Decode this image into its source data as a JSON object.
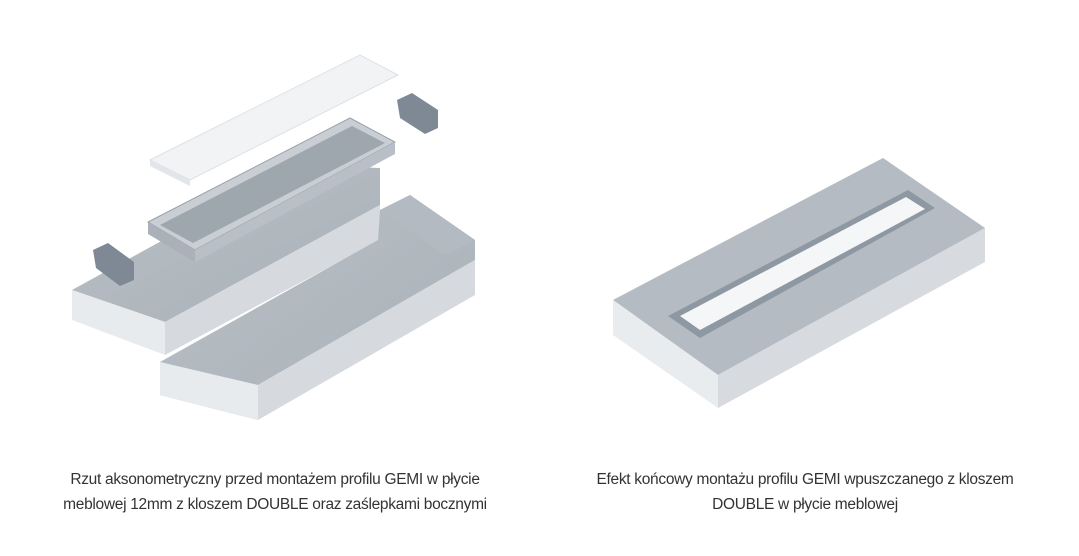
{
  "figures": [
    {
      "caption_line1": "Rzut aksonometryczny przed montażem profilu GEMI w płycie",
      "caption_line2": "meblowej 12mm z kloszem DOUBLE oraz zaślepkami bocznymi"
    },
    {
      "caption_line1": "Efekt końcowy montażu profilu GEMI wpuszczanego z kloszem",
      "caption_line2": "DOUBLE w płycie meblowej"
    }
  ]
}
